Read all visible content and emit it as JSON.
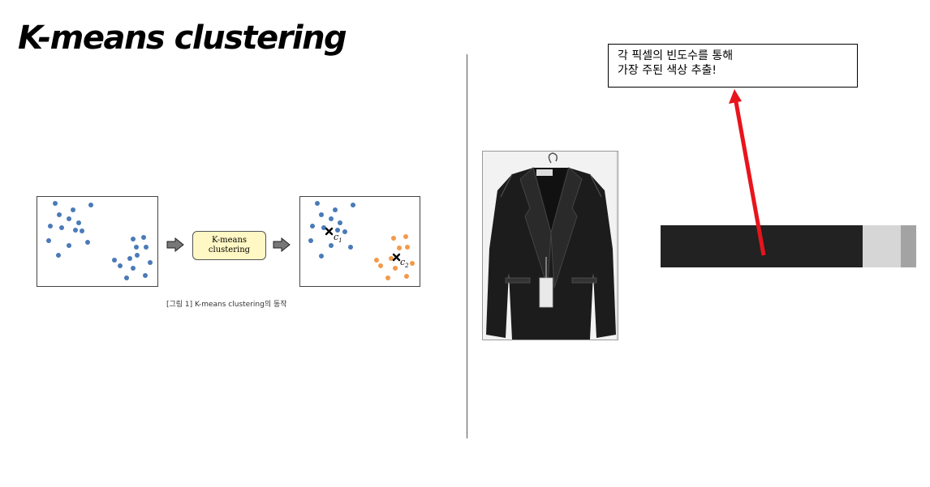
{
  "title": "K-means clustering",
  "diagram": {
    "process_label_line1": "K-means",
    "process_label_line2": "clustering",
    "caption": "[그림 1] K-means clustering의 동작",
    "centroid1_label": "c",
    "centroid1_sub": "1",
    "centroid2_label": "c",
    "centroid2_sub": "2",
    "colors": {
      "cluster1": "#4a7ab8",
      "cluster2": "#f29a4a",
      "process_box": "#fff7c4"
    }
  },
  "callout": {
    "line1": "각 픽셀의 빈도수를 통해",
    "line2": "가장 주된 색상 추출!"
  },
  "dominant_colors": [
    {
      "color": "#222222",
      "fraction": 0.79
    },
    {
      "color": "#d6d6d6",
      "fraction": 0.15
    },
    {
      "color": "#a3a3a3",
      "fraction": 0.06
    }
  ],
  "arrow_color": "#e8141c"
}
